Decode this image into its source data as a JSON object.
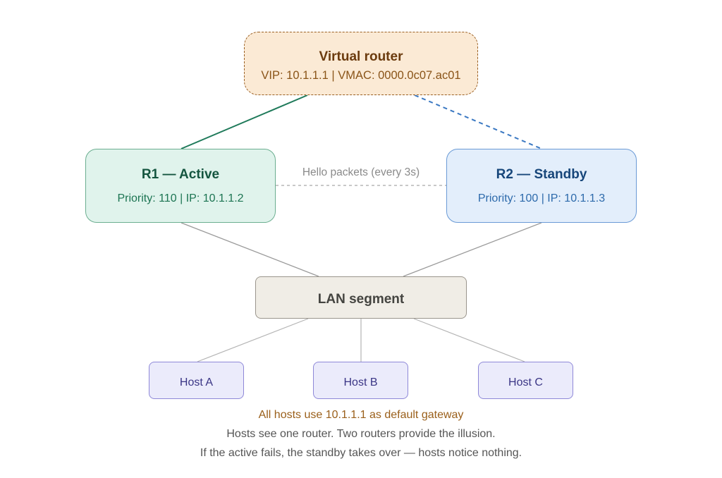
{
  "virtual_router": {
    "title": "Virtual router",
    "subtitle": "VIP: 10.1.1.1 | VMAC: 0000.0c07.ac01"
  },
  "routers": [
    {
      "title": "R1 — Active",
      "subtitle": "Priority: 110 | IP: 10.1.1.2",
      "role": "active"
    },
    {
      "title": "R2 — Standby",
      "subtitle": "Priority: 100 | IP: 10.1.1.3",
      "role": "standby"
    }
  ],
  "hello_label": "Hello packets (every 3s)",
  "lan": {
    "title": "LAN segment"
  },
  "hosts": [
    {
      "label": "Host A"
    },
    {
      "label": "Host B"
    },
    {
      "label": "Host C"
    }
  ],
  "captions": {
    "gateway_note": "All hosts use 10.1.1.1 as default gateway",
    "line2": "Hosts see one router. Two routers provide the illusion.",
    "line3": "If the active fails, the standby takes over — hosts notice nothing."
  },
  "colors": {
    "active_link": "#1f7a5a",
    "standby_link": "#3a78c2",
    "hello_link": "#a8a8a8",
    "lan_link": "#9a9a9a",
    "host_link": "#b4b4b4"
  }
}
